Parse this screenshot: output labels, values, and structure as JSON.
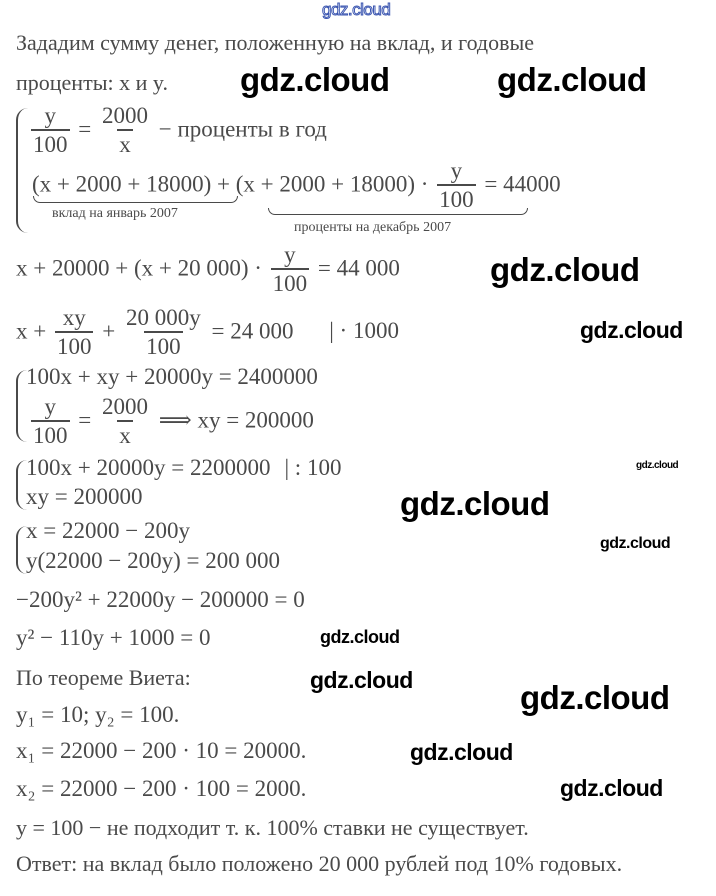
{
  "watermark": "gdz.cloud",
  "intro": [
    "Зададим сумму денег, положенную на вклад, и годовые",
    "проценты: x и y."
  ],
  "sys1": {
    "r1_num": "y",
    "r1_den": "100",
    "r1_eq": "=",
    "r1_num2": "2000",
    "r1_den2": "x",
    "r1_text": "− проценты в год",
    "r2_a": "(x + 2000 + 18000)",
    "r2_plus": "+",
    "r2_b": "(x + 2000 + 18000) ·",
    "r2_num": "y",
    "r2_den": "100",
    "r2_eq": "= 44000",
    "label_a": "вклад на январь 2007",
    "label_b": "проценты на декабрь 2007"
  },
  "line3": {
    "left": "x + 20000 + (x + 20 000) ·",
    "num": "y",
    "den": "100",
    "right": "= 44 000"
  },
  "line4": {
    "a": "x +",
    "num1": "xy",
    "den1": "100",
    "plus": "+",
    "num2": "20 000y",
    "den2": "100",
    "right": "= 24 000",
    "op": "| · 1000"
  },
  "sys2": {
    "r1": "100x + xy + 20000y = 2400000",
    "num1": "y",
    "den1": "100",
    "eq": "=",
    "num2": "2000",
    "den2": "x",
    "right": "⟹ xy = 200000"
  },
  "sys3": {
    "r1": "100x + 20000y = 2200000",
    "op": "| : 100",
    "r2": "xy = 200000"
  },
  "sys4": {
    "r1": "x = 22000 − 200y",
    "r2": "y(22000 − 200y) = 200 000"
  },
  "eq1": "−200y² + 22000y − 200000 = 0",
  "eq2": "y² − 110y + 1000 = 0",
  "vieta": "По теореме Виета:",
  "roots": "y₁ = 10;     y₂ = 100.",
  "x1": "x₁ = 22000 − 200 · 10 = 20000.",
  "x2": "x₂ = 22000 − 200 · 100 = 2000.",
  "reject": "y = 100 − не подходит т. к. 100% ставки не существует.",
  "answer": "Ответ: на вклад было положено 20 000 рублей под 10% годовых."
}
